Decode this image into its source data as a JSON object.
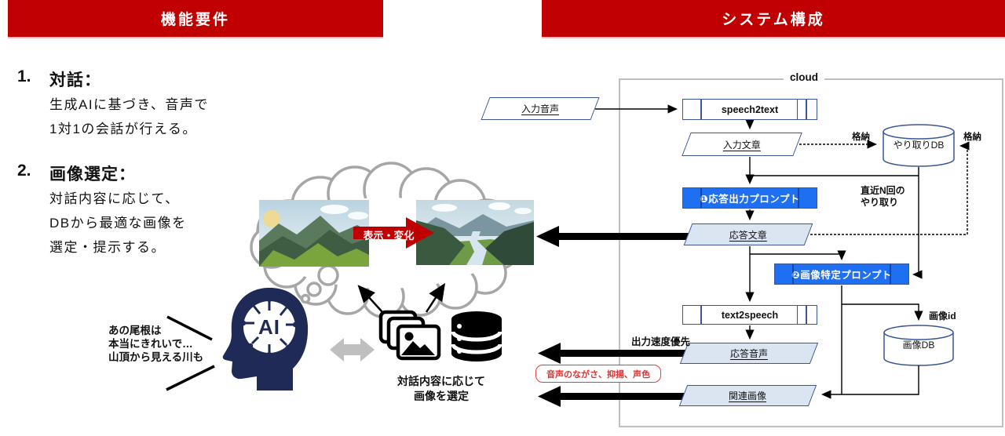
{
  "headers": {
    "left": "機能要件",
    "right": "システム構成"
  },
  "requirements": [
    {
      "number": "1.",
      "title": "対話：",
      "lines": [
        "生成AIに基づき、音声で",
        "1対1の会話が行える。"
      ]
    },
    {
      "number": "2.",
      "title": "画像選定：",
      "lines": [
        "対話内容に応じて、",
        "DBから最適な画像を",
        "選定・提示する。"
      ]
    }
  ],
  "illustration": {
    "speech_lines": [
      "あの尾根は",
      "本当にきれいで…",
      "山頂から見える川も"
    ],
    "ai_label": "AI",
    "transform_label": "表示・変化",
    "caption_lines": [
      "対話内容に応じて",
      "画像を選定"
    ],
    "icons": {
      "ai_head": "ai-head",
      "thought_cloud": "thought-cloud",
      "photo_stack": "photo-stack",
      "database": "database",
      "mountain_photo_left": "mountain-photo",
      "mountain_photo_right": "valley-photo",
      "sync_arrow": "double-arrow"
    }
  },
  "flowchart": {
    "cloud_label": "cloud",
    "input_voice": "入力音声",
    "speech2text": "speech2text",
    "input_text": "入力文章",
    "exchange_db": "やり取りDB",
    "prompt1": "❶応答出力プロンプト",
    "response_text": "応答文章",
    "prompt2": "❷画像特定プロンプト",
    "text2speech": "text2speech",
    "response_voice": "応答音声",
    "related_image": "関連画像",
    "image_db": "画像DB",
    "store_label_left": "格納",
    "store_label_right": "格納",
    "recent_line1": "直近N回の",
    "recent_line2": "やり取り",
    "image_id_label": "画像id",
    "speed_label": "出力速度優先",
    "voice_note": "音声のながさ、抑揚、声色"
  },
  "colors": {
    "accent_red": "#C00000",
    "prompt_blue": "#1E6FF2",
    "shape_border_navy": "#3A5795",
    "shape_fill_lightblue": "#DBE5F1",
    "frame_gray": "#BFBFBF",
    "thought_cloud_gray": "#A6A6A6",
    "head_navy": "#1F2A56"
  }
}
